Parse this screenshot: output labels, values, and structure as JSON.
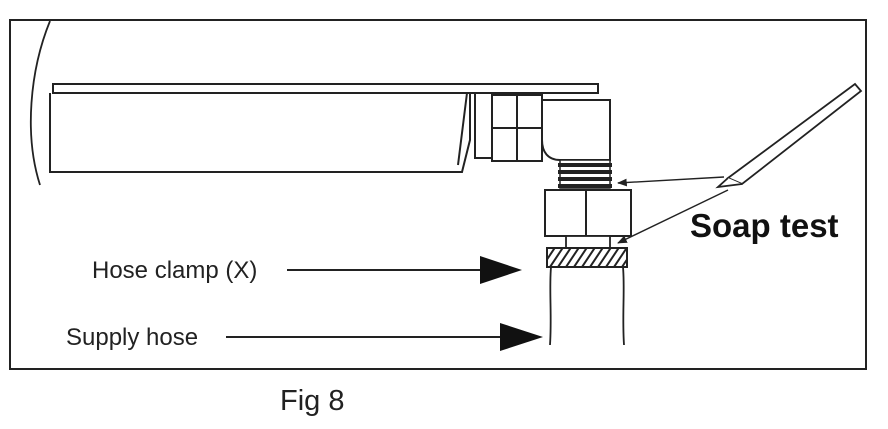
{
  "labels": {
    "hose_clamp": "Hose clamp (X)",
    "supply_hose": "Supply hose",
    "soap_test": "Soap test"
  },
  "caption": "Fig 8"
}
